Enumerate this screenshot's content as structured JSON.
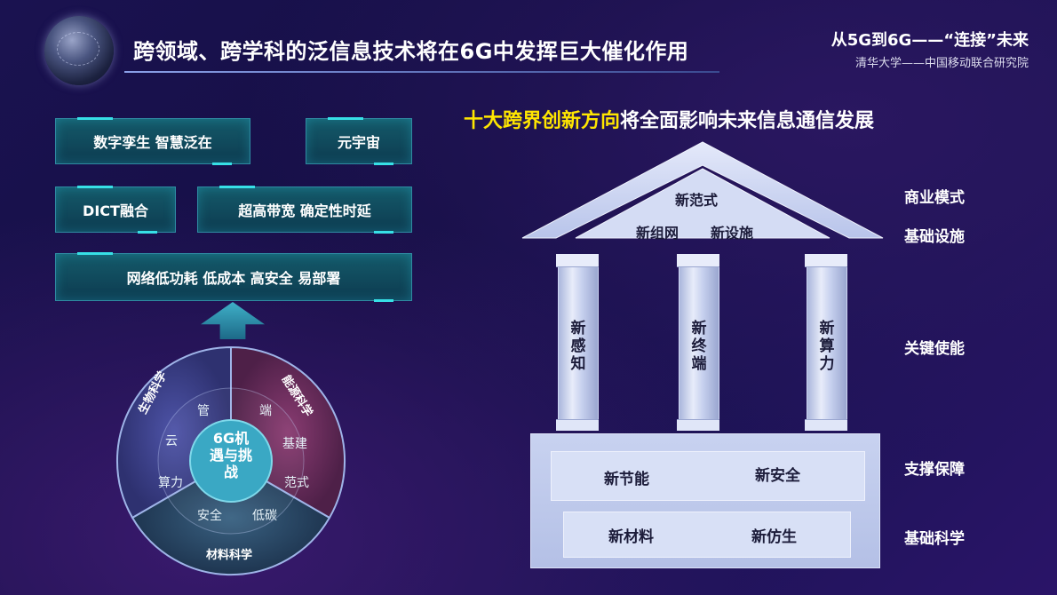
{
  "header": {
    "title": "跨领域、跨学科的泛信息技术将在6G中发挥巨大催化作用",
    "brand_line1": "从5G到6G——“连接”未来",
    "brand_line2": "清华大学——中国移动联合研究院"
  },
  "left": {
    "boxes": [
      "数字孪生  智慧泛在",
      "元宇宙",
      "DICT融合",
      "超高带宽  确定性时延",
      "网络低功耗  低成本  高安全  易部署"
    ],
    "circle": {
      "center": [
        "6G机",
        "遇与挑",
        "战"
      ],
      "outer_labels": [
        "生物科学",
        "能源科学",
        "材料科学"
      ],
      "inner_labels": [
        "管",
        "端",
        "云",
        "基建",
        "算力",
        "范式",
        "安全",
        "低碳"
      ]
    }
  },
  "right": {
    "subtitle_highlight": "十大跨界创新方向",
    "subtitle_rest": "将全面影响未来信息通信发展",
    "roof": [
      "新范式",
      "新组网",
      "新设施"
    ],
    "pillars": [
      "新感知",
      "新终端",
      "新算力"
    ],
    "base_row1": [
      "新节能",
      "新安全"
    ],
    "base_row2": [
      "新材料",
      "新仿生"
    ],
    "side_labels": [
      "商业模式",
      "基础设施",
      "关键使能",
      "支撑保障",
      "基础科学"
    ]
  },
  "colors": {
    "highlight": "#ffe600",
    "teal_box": "#145a6a",
    "teal_accent": "#37e0e6",
    "sector_bio": "#3b3f82",
    "sector_energy": "#6a2e5e",
    "sector_material": "#2c4a6a",
    "center_disc": "#3aa8c4"
  }
}
